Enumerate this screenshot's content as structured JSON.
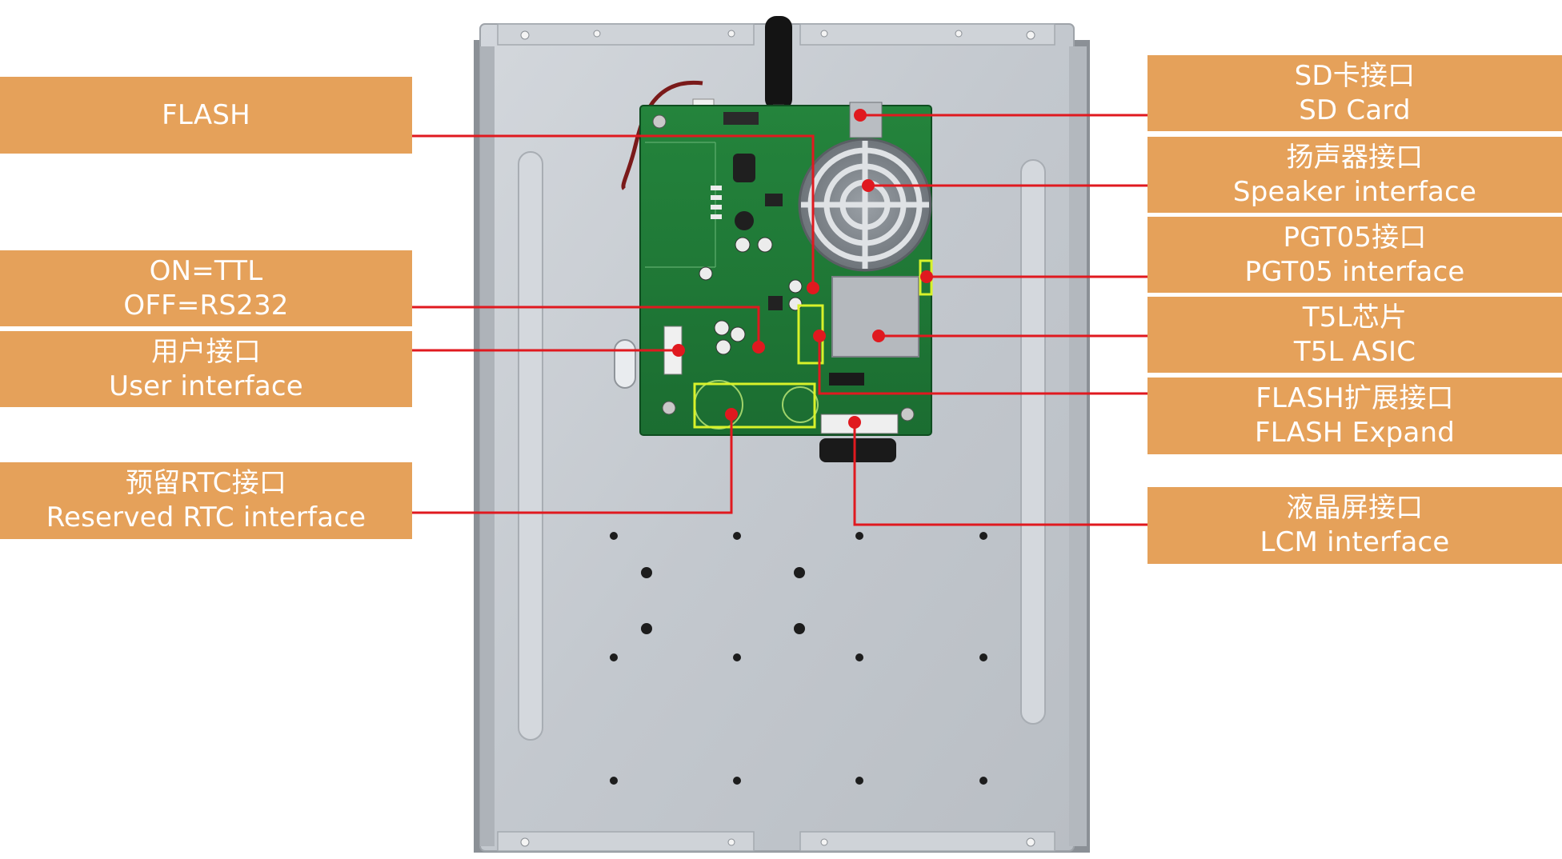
{
  "colors": {
    "label_bg": "#e5a15a",
    "label_text": "#ffffff",
    "leader_line": "#e0191f",
    "panel": "#c9ced4",
    "pcb": "#1f7a36",
    "highlight": "#d8f22a"
  },
  "labels": {
    "flash": {
      "line1": "FLASH"
    },
    "on_ttl": {
      "line1": "ON=TTL",
      "line2": "OFF=RS232"
    },
    "user_interface": {
      "line1": "用户接口",
      "line2": "User interface"
    },
    "reserved_rtc": {
      "line1": "预留RTC接口",
      "line2": "Reserved RTC interface"
    },
    "sd_card": {
      "line1": "SD卡接口",
      "line2": "SD Card"
    },
    "speaker": {
      "line1": "扬声器接口",
      "line2": "Speaker interface"
    },
    "pgt05": {
      "line1": "PGT05接口",
      "line2": "PGT05 interface"
    },
    "t5l": {
      "line1": "T5L芯片",
      "line2": "T5L ASIC"
    },
    "flash_expand": {
      "line1": "FLASH扩展接口",
      "line2": "FLASH Expand"
    },
    "lcm": {
      "line1": "液晶屏接口",
      "line2": "LCM interface"
    }
  }
}
